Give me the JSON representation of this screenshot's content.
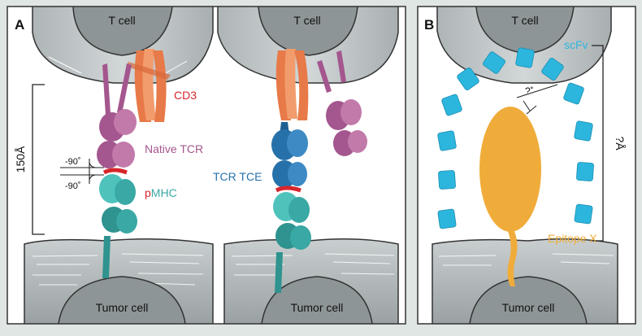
{
  "panels": {
    "a": {
      "letter": "A",
      "t_cell_left": "T cell",
      "t_cell_right": "T cell",
      "tumor_left": "Tumor cell",
      "tumor_right": "Tumor cell",
      "cd3": "CD3",
      "native_tcr": "Native TCR",
      "pmhc_p": "p",
      "pmhc_mhc": "MHC",
      "tcr_tce": "TCR TCE",
      "distance": "150Å",
      "angle_top": "-90˚",
      "angle_bottom": "-90˚"
    },
    "b": {
      "letter": "B",
      "t_cell": "T cell",
      "tumor": "Tumor cell",
      "scfv": "scFv",
      "epitope": "Epitope X",
      "angle": "?˚",
      "distance": "?Å"
    }
  },
  "colors": {
    "background": "#dfe6e4",
    "panel": "#ffffff",
    "cell_fill": "#c4cacb",
    "cd3": "#ef8a5a",
    "native_tcr": "#a4578e",
    "pmhc_red": "#d7262b",
    "mhc_teal": "#3aa8a4",
    "tce_blue": "#2671aa",
    "scfv": "#2db6dd",
    "epitope": "#f0ac3a"
  }
}
